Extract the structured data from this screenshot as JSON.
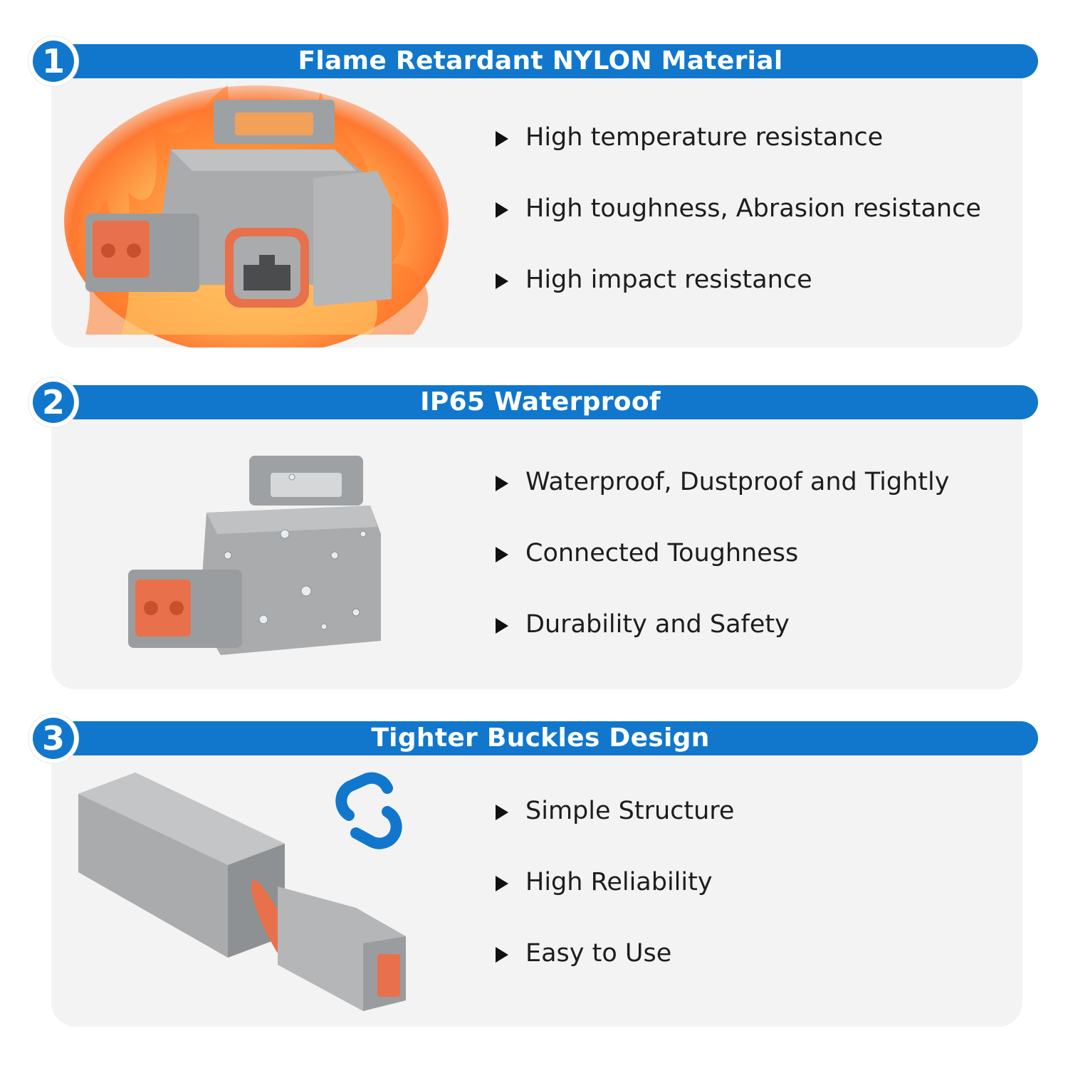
{
  "sections": [
    {
      "number": "1",
      "title": "Flame Retardant NYLON Material",
      "features": [
        "High temperature resistance",
        "High toughness, Abrasion resistance",
        "High impact resistance"
      ],
      "illustration": "connector-on-fire"
    },
    {
      "number": "2",
      "title": "IP65 Waterproof",
      "features": [
        "Waterproof, Dustproof and Tightly",
        "Connected Toughness",
        "Durability and Safety"
      ],
      "illustration": "wet-connector"
    },
    {
      "number": "3",
      "title": "Tighter Buckles Design",
      "features": [
        "Simple Structure",
        "High Reliability",
        "Easy to Use"
      ],
      "illustration": "connector-pair-with-link-icon"
    }
  ],
  "colors": {
    "accent": "#1177cc",
    "card": "#f3f3f3",
    "seal": "#e8704a",
    "housing": "#a9abad"
  }
}
